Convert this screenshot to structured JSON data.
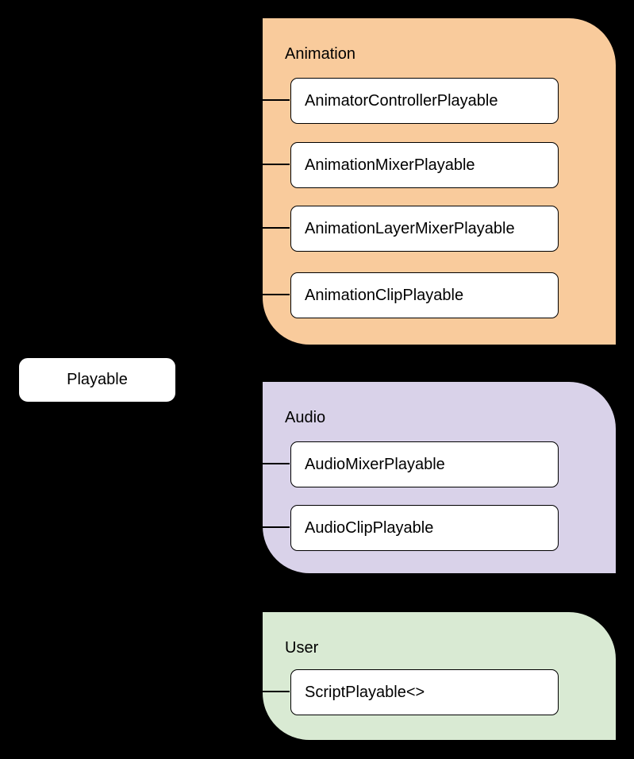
{
  "diagram": {
    "background": "#000000",
    "node_fill": "#FFFFFF",
    "text_color": "#000000",
    "connector_color": "#000000",
    "root": {
      "label": "Playable"
    },
    "groups": [
      {
        "label": "Animation",
        "color": "#F9CB9C",
        "children": [
          "AnimatorControllerPlayable",
          "AnimationMixerPlayable",
          "AnimationLayerMixerPlayable",
          "AnimationClipPlayable"
        ]
      },
      {
        "label": "Audio",
        "color": "#D9D2E9",
        "children": [
          "AudioMixerPlayable",
          "AudioClipPlayable"
        ]
      },
      {
        "label": "User",
        "color": "#D9EAD3",
        "children": [
          "ScriptPlayable<>"
        ]
      }
    ]
  }
}
